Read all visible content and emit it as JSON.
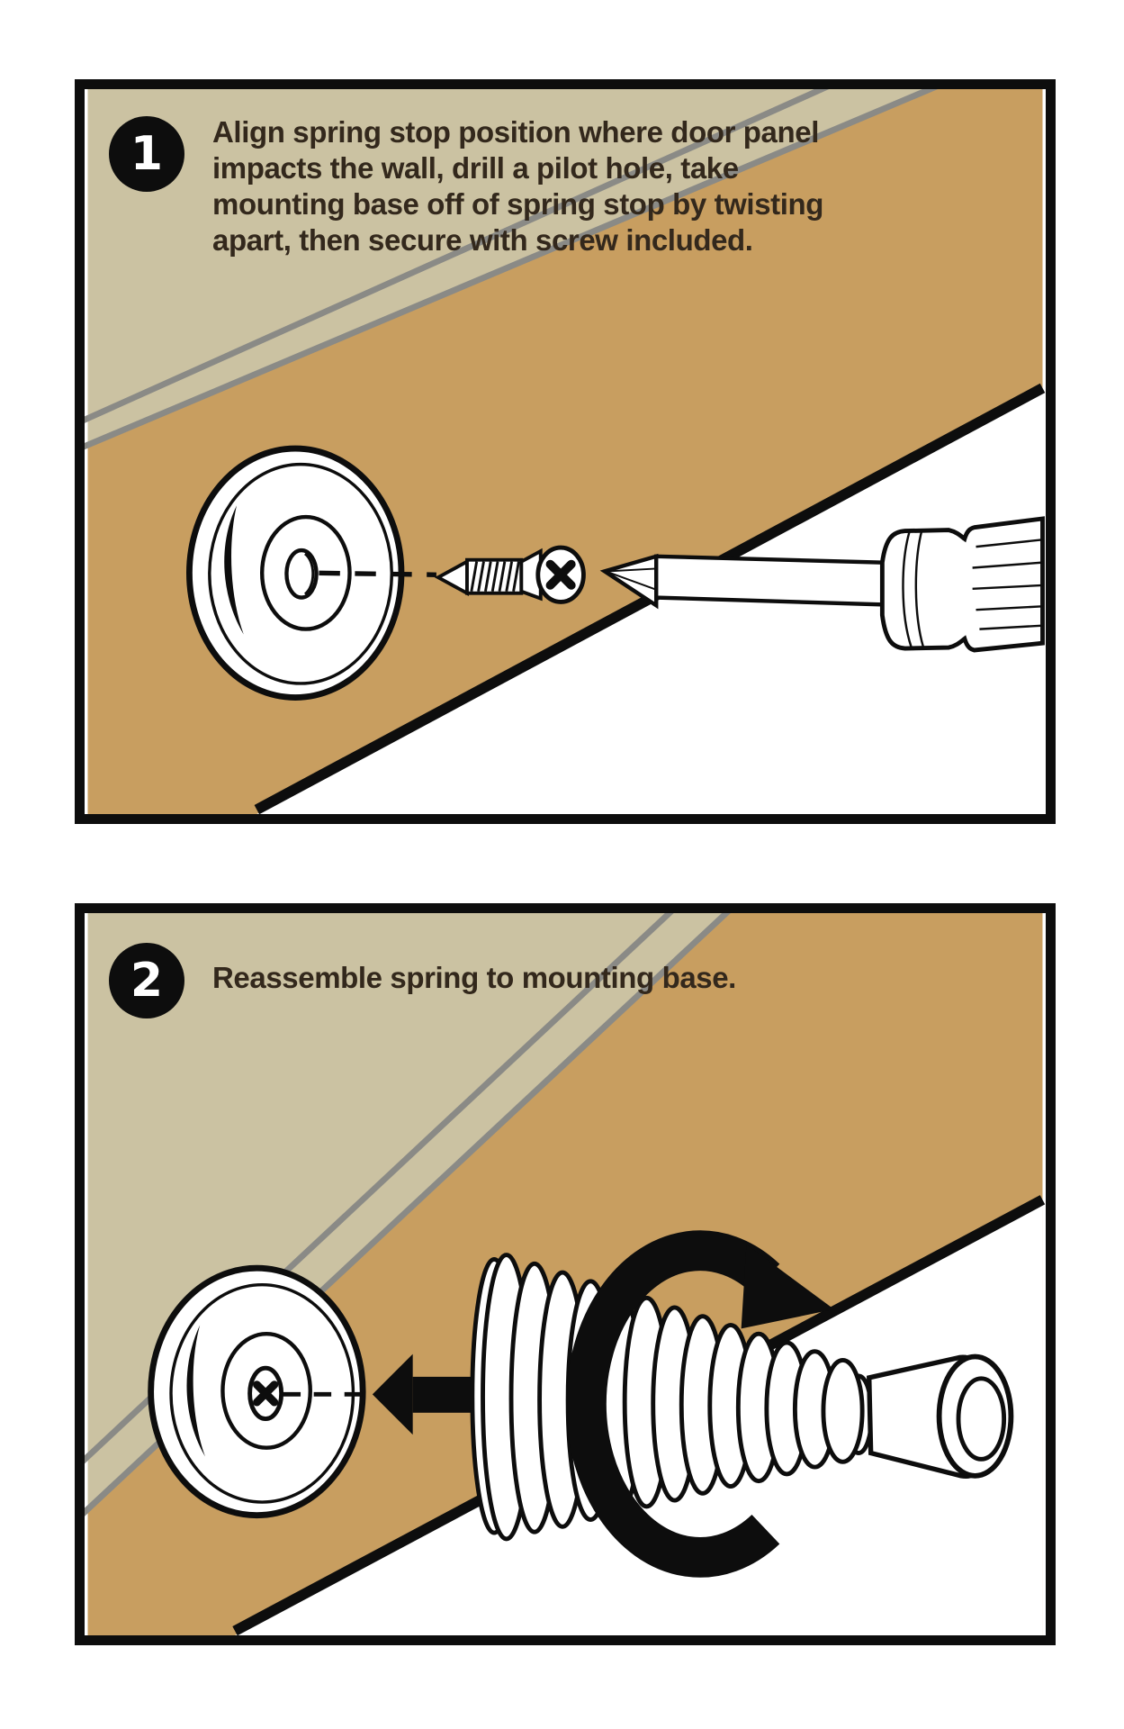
{
  "colors": {
    "wall_khaki": "#cbc2a2",
    "wall_tan": "#c89e60",
    "trim_gray": "#8a8a86",
    "ink": "#0d0d0d",
    "text_brown": "#33281c",
    "paper_white": "#ffffff"
  },
  "steps": [
    {
      "number": "1",
      "lines": [
        "Align spring stop position where door panel",
        "impacts the wall, drill a pilot hole, take",
        "mounting base off of spring stop by twisting",
        "apart, then secure with screw included."
      ]
    },
    {
      "number": "2",
      "lines": [
        "Reassemble spring to mounting base."
      ]
    }
  ]
}
